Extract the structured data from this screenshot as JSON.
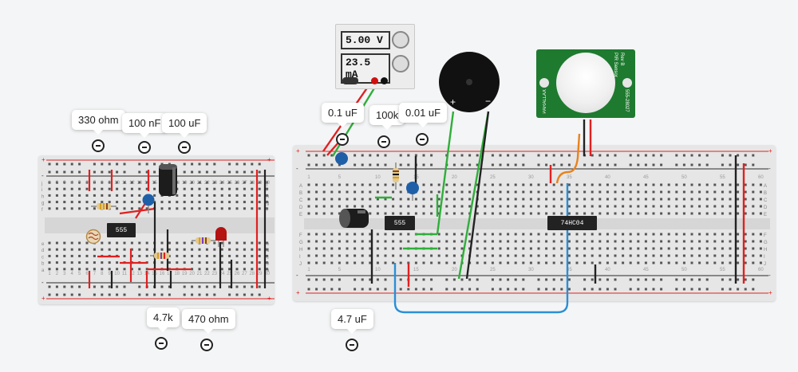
{
  "power_supply": {
    "voltage_display": "5.00 V",
    "current_display": "23.5 mA"
  },
  "component_labels": {
    "resistor_330": "330 ohm",
    "capacitor_100nf": "100 nF",
    "capacitor_100uf": "100 uF",
    "resistor_4_7k": "4.7k",
    "resistor_470": "470 ohm",
    "capacitor_0_1uf": "0.1 uF",
    "resistor_100k": "100k",
    "capacitor_0_01uf": "0.01 uF",
    "capacitor_4_7uf": "4.7 uF"
  },
  "chips": {
    "left_timer": "555",
    "right_timer": "555",
    "inverter": "74HC04"
  },
  "pir_sensor": {
    "title": "PIR Sensor",
    "rev": "Rev B",
    "brand": "PARALLAX",
    "part": "555-28027"
  },
  "breadboard_columns": [
    "1",
    "5",
    "10",
    "15",
    "20",
    "25",
    "30",
    "35",
    "40",
    "45",
    "50",
    "55",
    "60"
  ],
  "breadboard_rows_top": [
    "A",
    "B",
    "C",
    "D",
    "E"
  ],
  "breadboard_rows_bottom": [
    "F",
    "G",
    "H",
    "I",
    "J"
  ],
  "left_board_rows_top": [
    "j",
    "i",
    "h",
    "g",
    "f"
  ],
  "left_board_rows_bottom": [
    "e",
    "d",
    "c",
    "b",
    "a"
  ],
  "left_board_columns": [
    "1",
    "2",
    "3",
    "4",
    "5",
    "6",
    "7",
    "8",
    "9",
    "10",
    "11",
    "12",
    "13",
    "14",
    "15",
    "16",
    "17",
    "18",
    "19",
    "20",
    "21",
    "22",
    "23",
    "24",
    "25",
    "26",
    "27",
    "28",
    "29",
    "30"
  ],
  "colors": {
    "wire_red": "#e02020",
    "wire_green": "#2fae3a",
    "wire_black": "#222222",
    "wire_blue": "#2a8fd6",
    "wire_orange": "#e8821e",
    "cap_blue": "#1f5fa8",
    "pir_green": "#1e7a2f"
  }
}
